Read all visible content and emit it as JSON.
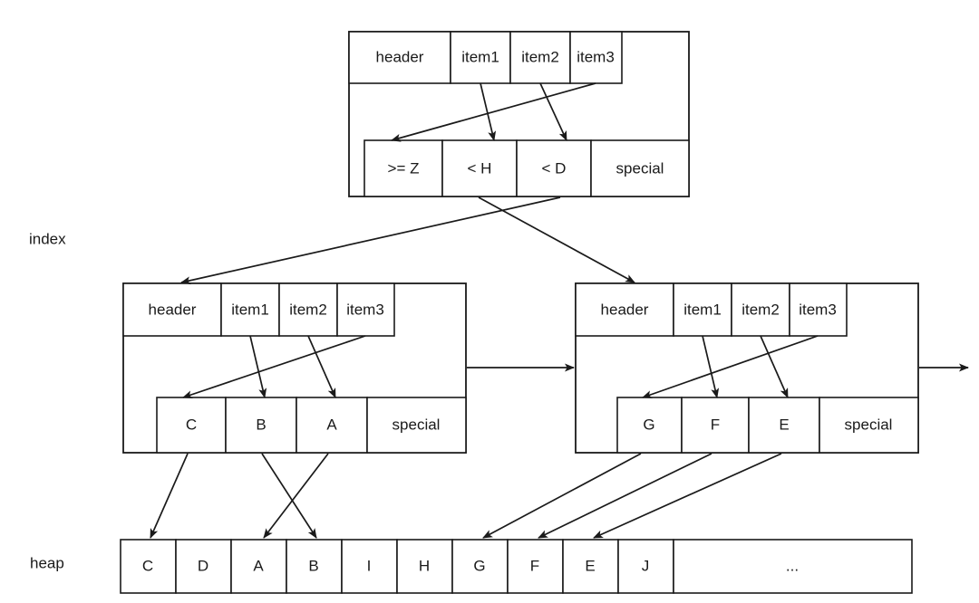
{
  "diagram": {
    "title_labels": {
      "index": "index",
      "heap": "heap"
    },
    "slot_labels": {
      "header": "header",
      "item1": "item1",
      "item2": "item2",
      "item3": "item3",
      "special": "special"
    },
    "nodes": [
      {
        "id": "root",
        "role": "index-root-node",
        "top_row": [
          "header",
          "item1",
          "item2",
          "item3"
        ],
        "bottom_row": [
          ">= Z",
          "< H",
          "< D",
          "special"
        ]
      },
      {
        "id": "leaf-left",
        "role": "index-leaf-node-left",
        "top_row": [
          "header",
          "item1",
          "item2",
          "item3"
        ],
        "bottom_row": [
          "C",
          "B",
          "A",
          "special"
        ]
      },
      {
        "id": "leaf-right",
        "role": "index-leaf-node-right",
        "top_row": [
          "header",
          "item1",
          "item2",
          "item3"
        ],
        "bottom_row": [
          "G",
          "F",
          "E",
          "special"
        ]
      }
    ],
    "heap": {
      "cells": [
        "C",
        "D",
        "A",
        "B",
        "I",
        "H",
        "G",
        "F",
        "E",
        "J"
      ],
      "tail_cell": "..."
    },
    "colors": {
      "stroke": "#1a1a1a",
      "fill": "#ffffff",
      "text": "#1a1a1a"
    }
  }
}
